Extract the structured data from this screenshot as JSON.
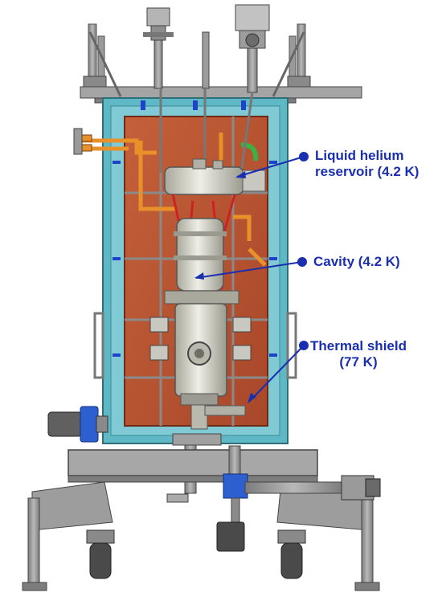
{
  "labels": {
    "reservoir": {
      "line1": "Liquid helium",
      "line2": "reservoir (4.2 K)"
    },
    "cavity": {
      "line1": "Cavity (4.2 K)"
    },
    "shield": {
      "line1": "Thermal shield",
      "line2": "(77 K)"
    }
  },
  "colors": {
    "label_text": "#1a2fb0",
    "leader_line": "#1a2fb0",
    "vessel_outer": "#5fb8c6",
    "thermal_shield": "#b8552f",
    "frame_steel": "#9a9a9a",
    "helium_vessel": "#d6d6cc",
    "red_support": "#cc2222",
    "orange_pipe": "#e8902a",
    "blue_flange": "#2d5fd0"
  }
}
